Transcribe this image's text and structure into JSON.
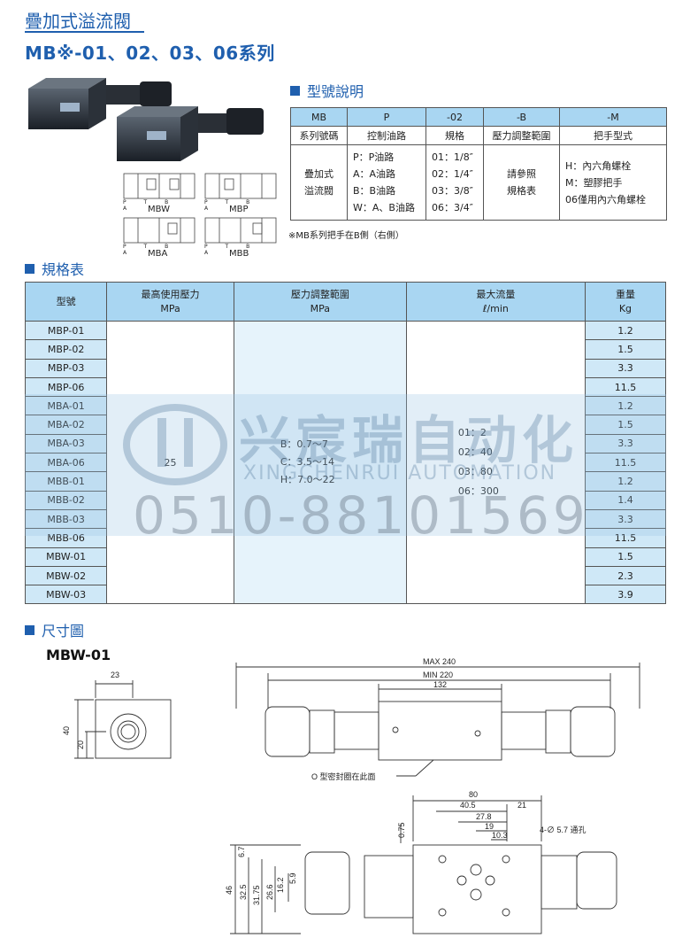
{
  "header": {
    "title": "疊加式溢流閥",
    "series": "MB※-01、02、03、06系列"
  },
  "symbols": {
    "mbw": "MBW",
    "mbp": "MBP",
    "mba": "MBA",
    "mbb": "MBB",
    "ports": "P T B A"
  },
  "model_explanation": {
    "heading": "型號說明",
    "codes": [
      "MB",
      "P",
      "-02",
      "-B",
      "-M"
    ],
    "names": [
      "系列號碼",
      "控制油路",
      "規格",
      "壓力調整範圍",
      "把手型式"
    ],
    "series_desc_1": "疊加式",
    "series_desc_2": "溢流閥",
    "control": [
      "P：P油路",
      "A：A油路",
      "B：B油路",
      "W：A、B油路"
    ],
    "sizes": [
      "01：1/8″",
      "02：1/4″",
      "03：3/8″",
      "06：3/4″"
    ],
    "pressure_1": "請參照",
    "pressure_2": "規格表",
    "handle": [
      "H：內六角螺栓",
      "M：塑膠把手",
      "06僅用內六角螺栓"
    ],
    "note": "※MB系列把手在B側（右側）"
  },
  "spec": {
    "heading": "規格表",
    "h_model": "型號",
    "h_pressure": "最高使用壓力",
    "h_pressure_unit": "MPa",
    "h_range": "壓力調整範圍",
    "h_range_unit": "MPa",
    "h_flow": "最大流量",
    "h_flow_unit": "ℓ/min",
    "h_weight": "重量",
    "h_weight_unit": "Kg",
    "models": [
      "MBP-01",
      "MBP-02",
      "MBP-03",
      "MBP-06",
      "MBA-01",
      "MBA-02",
      "MBA-03",
      "MBA-06",
      "MBB-01",
      "MBB-02",
      "MBB-03",
      "MBB-06",
      "MBW-01",
      "MBW-02",
      "MBW-03"
    ],
    "weights": [
      "1.2",
      "1.5",
      "3.3",
      "11.5",
      "1.2",
      "1.5",
      "3.3",
      "11.5",
      "1.2",
      "1.4",
      "3.3",
      "11.5",
      "1.5",
      "2.3",
      "3.9"
    ],
    "max_pressure": "25",
    "ranges": [
      "B：0.7～7",
      "C：3.5～14",
      "H：7.0～22"
    ],
    "flows": [
      "01：2",
      "02：40",
      "03：80",
      "06：300"
    ]
  },
  "watermark": {
    "cn": "兴宸瑞自动化",
    "en": "XINGCHENRUI AUTOMATION",
    "phone": "0510-88101569"
  },
  "dimensions": {
    "heading": "尺寸圖",
    "model": "MBW-01",
    "d23": "23",
    "d40": "40",
    "d20": "20",
    "max240": "MAX 240",
    "min220": "MIN 220",
    "d132": "132",
    "oring": "O 型密封圈在此面",
    "d80": "80",
    "d40_5": "40.5",
    "d21": "21",
    "d27_8": "27.8",
    "d19": "19",
    "d10_3": "10.3",
    "holes": "4-∅ 5.7 通孔",
    "d0_75": "0.75",
    "d6_7": "6.7",
    "d46": "46",
    "d32_5": "32.5",
    "d31_75": "31.75",
    "d26_6": "26.6",
    "d16_2": "16.2",
    "d5_9": "5.9"
  }
}
